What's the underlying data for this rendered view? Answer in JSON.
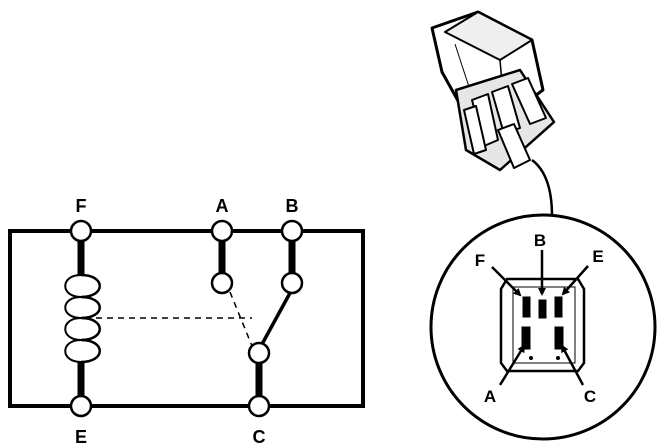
{
  "schematic": {
    "terminals": {
      "F": "F",
      "A": "A",
      "B": "B",
      "E": "E",
      "C": "C"
    }
  },
  "connector_detail": {
    "pins": {
      "F": "F",
      "B": "B",
      "E": "E",
      "A": "A",
      "C": "C"
    }
  },
  "colors": {
    "ink": "#000000",
    "paper": "#ffffff",
    "relay_shade": "#e6e6e6"
  }
}
